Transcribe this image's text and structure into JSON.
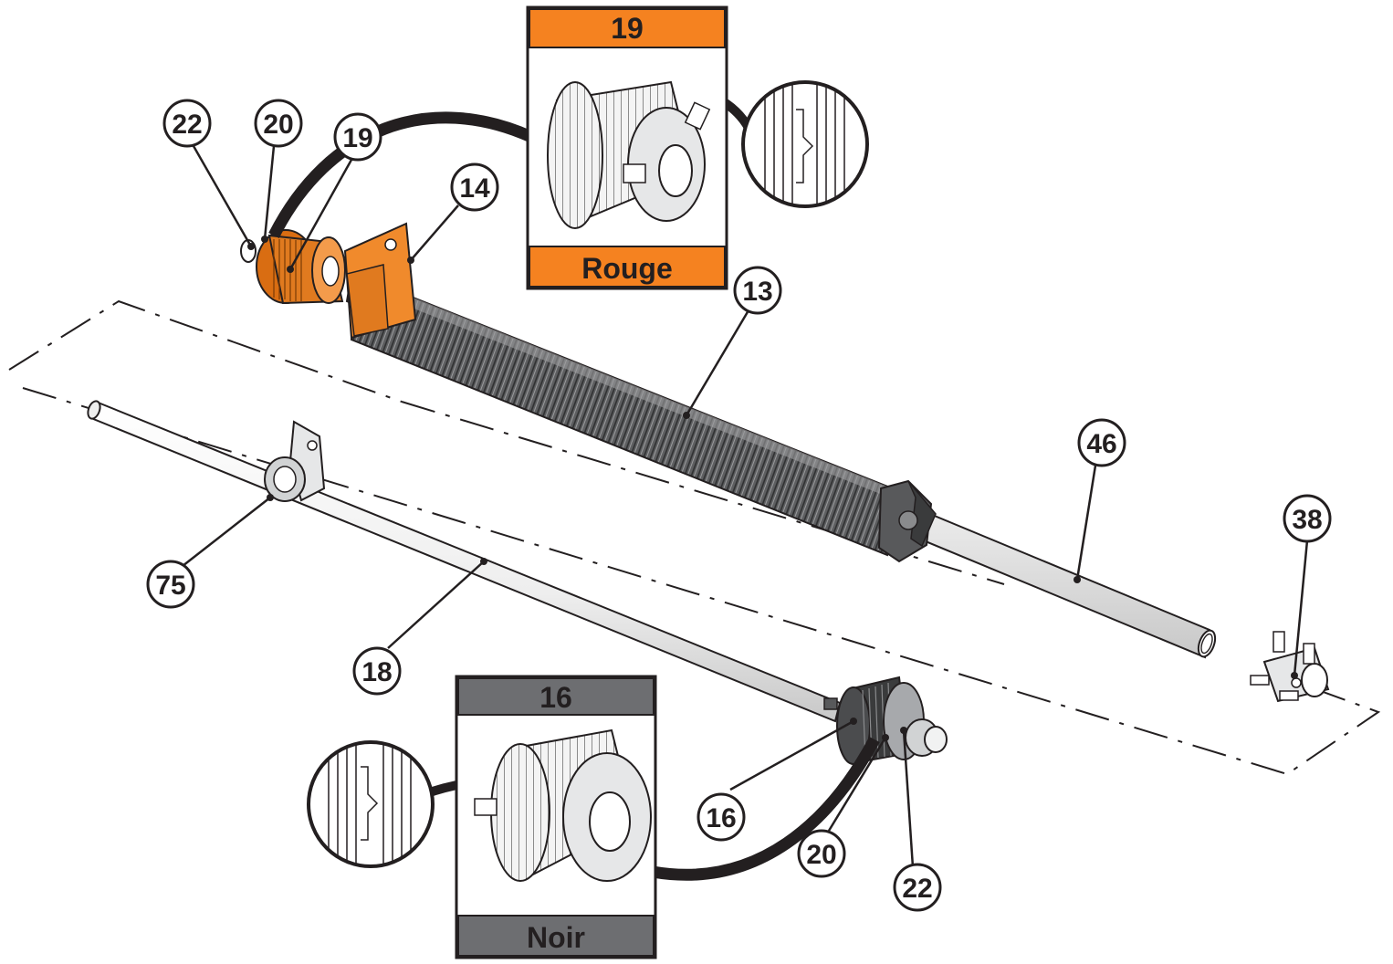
{
  "callouts": {
    "c22_top": "22",
    "c20_top": "20",
    "c19": "19",
    "c14": "14",
    "c13": "13",
    "c46": "46",
    "c38": "38",
    "c75": "75",
    "c18": "18",
    "c16": "16",
    "c20_bottom": "20",
    "c22_bottom": "22"
  },
  "inset_red": {
    "part_number": "19",
    "color_label": "Rouge",
    "header_color": "#f58220"
  },
  "inset_black": {
    "part_number": "16",
    "color_label": "Noir",
    "header_color": "#6d6e71"
  },
  "colors": {
    "line": "#231f20",
    "spring": "#58595b",
    "orange": "#e07a1f",
    "shaft": "#f1f2f2"
  }
}
